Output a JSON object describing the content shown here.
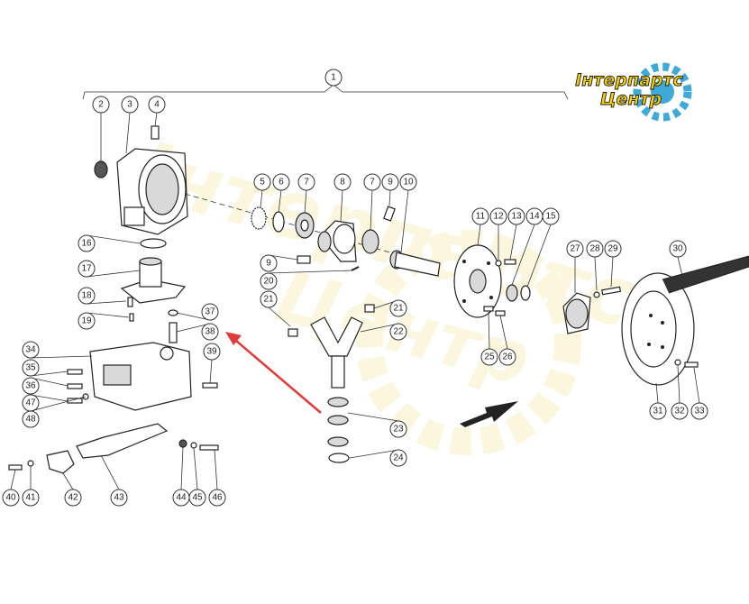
{
  "logo": {
    "line1": "Інтерпартс",
    "line2": "Центр",
    "color_fill": "#f5d000",
    "color_text": "#1a1a1a",
    "color_gear": "#3fa9d8"
  },
  "highlight": {
    "part": "38",
    "color": "#a4c64a"
  },
  "arrow_color": "#e03a3a",
  "callouts": [
    "1",
    "2",
    "3",
    "4",
    "5",
    "6",
    "7",
    "8",
    "7",
    "9",
    "10",
    "11",
    "12",
    "13",
    "14",
    "15",
    "16",
    "17",
    "18",
    "19",
    "9",
    "20",
    "21",
    "21",
    "22",
    "23",
    "24",
    "25",
    "26",
    "27",
    "28",
    "29",
    "30",
    "31",
    "32",
    "33",
    "34",
    "35",
    "36",
    "37",
    "38",
    "39",
    "40",
    "41",
    "42",
    "43",
    "44",
    "45",
    "46",
    "47",
    "48"
  ]
}
